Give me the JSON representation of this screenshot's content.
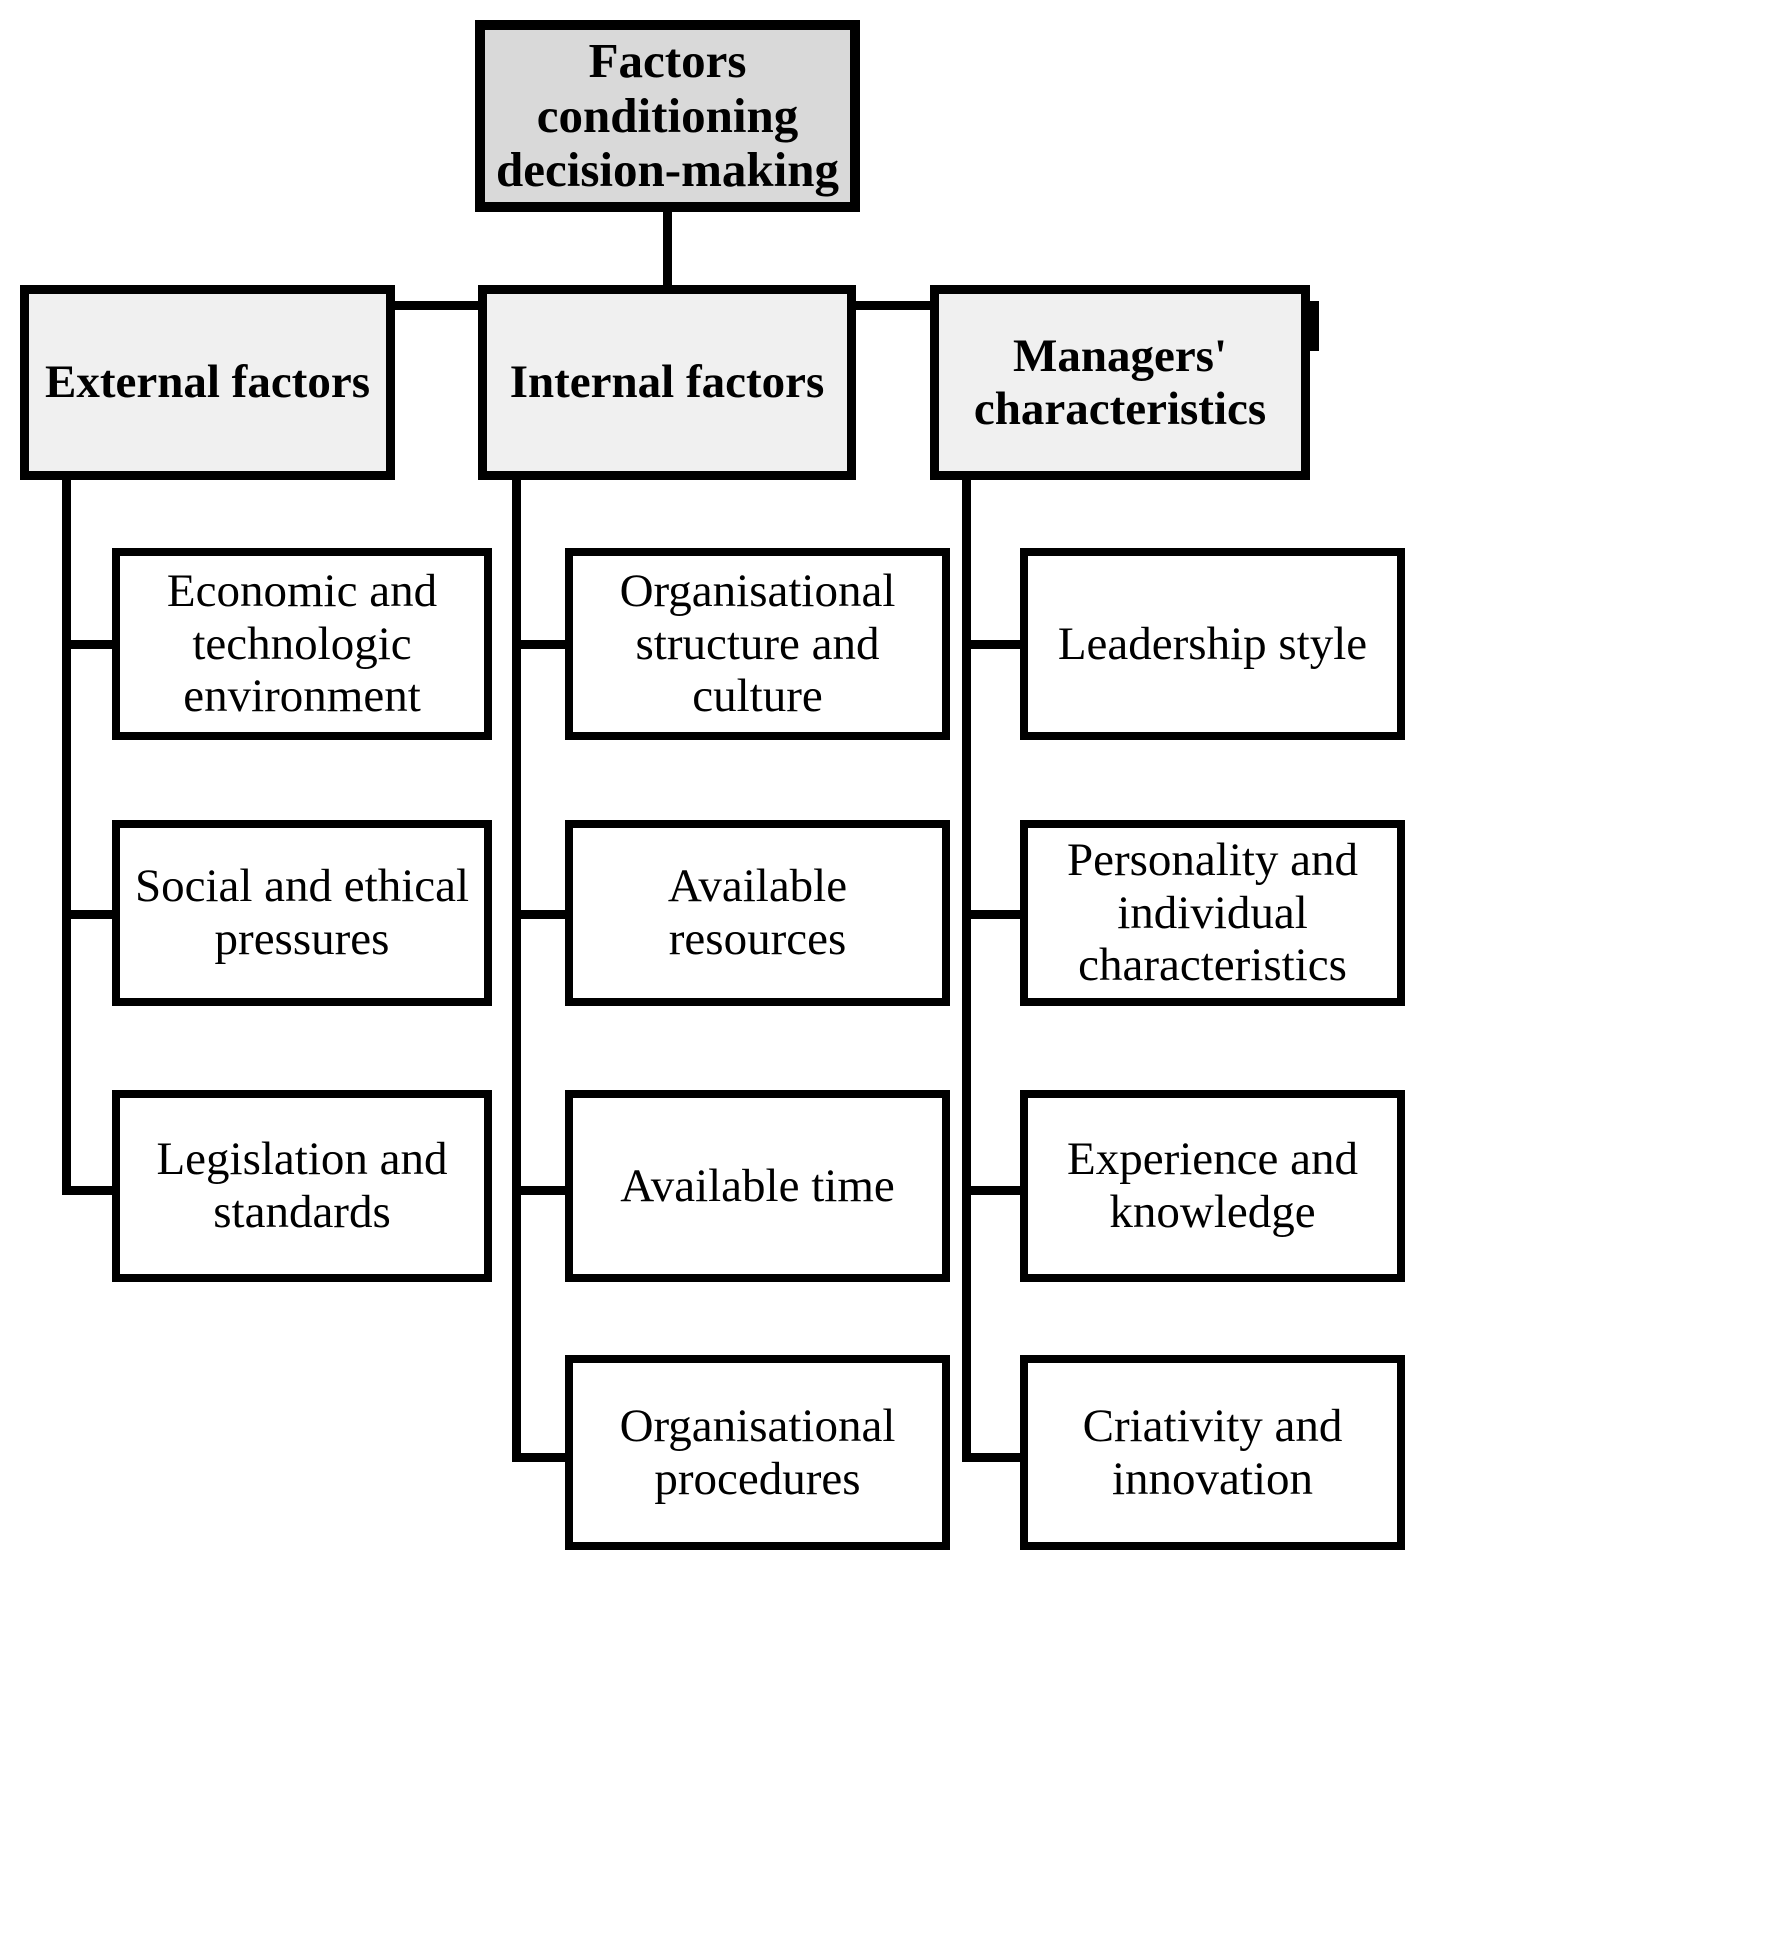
{
  "diagram": {
    "title": "Factors conditioning decision-making",
    "type": "hierarchy-tree",
    "root": {
      "label": "Factors conditioning decision-making"
    },
    "branches": [
      {
        "label": "External factors",
        "children": [
          {
            "label": "Economic and technologic environment"
          },
          {
            "label": "Social and ethical pressures"
          },
          {
            "label": "Legislation and standards"
          }
        ]
      },
      {
        "label": "Internal factors",
        "children": [
          {
            "label": "Organisational structure and culture"
          },
          {
            "label": "Available resources"
          },
          {
            "label": "Available time"
          },
          {
            "label": "Organisational procedures"
          }
        ]
      },
      {
        "label": "Managers' characteristics",
        "children": [
          {
            "label": "Leadership style"
          },
          {
            "label": "Personality and individual characteristics"
          },
          {
            "label": "Experience and knowledge"
          },
          {
            "label": "Criativity and innovation"
          }
        ]
      }
    ],
    "colors": {
      "root_fill": "#d9d9d9",
      "category_fill": "#f0f0f0",
      "leaf_fill": "#ffffff",
      "stroke": "#000000",
      "background": "#ffffff"
    }
  }
}
